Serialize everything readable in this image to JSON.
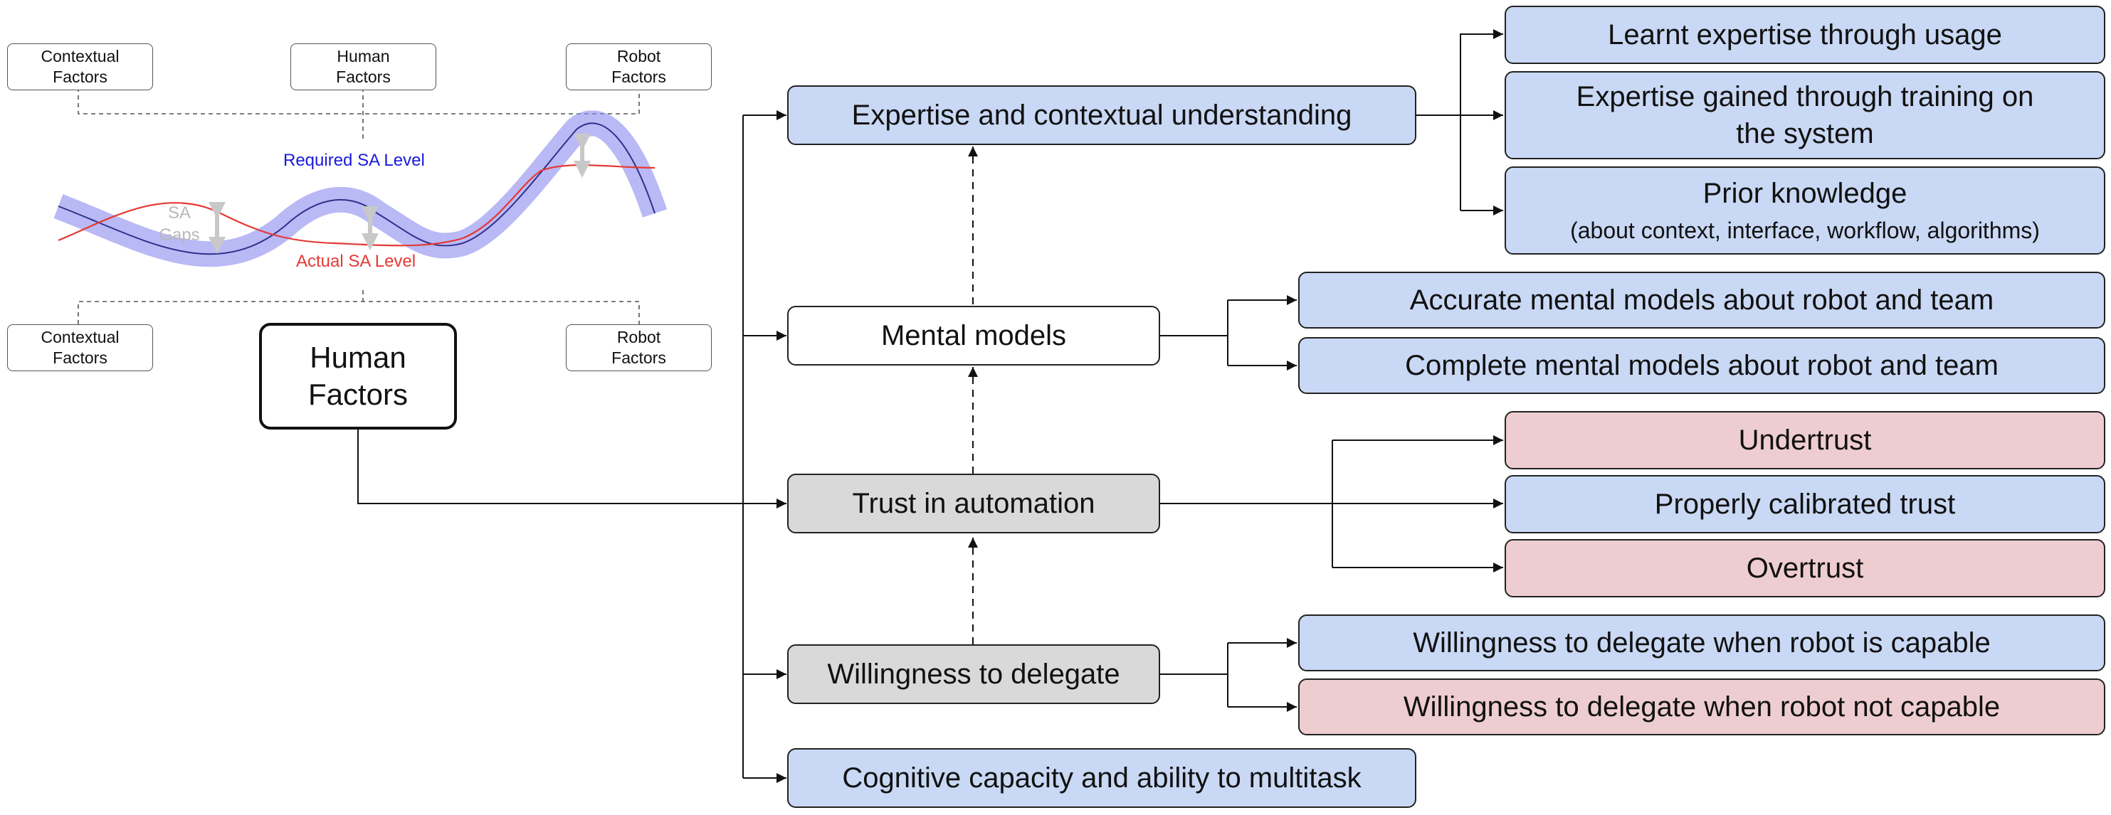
{
  "sa_panel": {
    "top_factors": {
      "contextual": [
        "Contextual",
        "Factors"
      ],
      "human": [
        "Human",
        "Factors"
      ],
      "robot": [
        "Robot",
        "Factors"
      ]
    },
    "required_label": "Required SA Level",
    "actual_label": "Actual SA Level",
    "gaps_label": [
      "SA",
      "Gaps"
    ],
    "bottom_factors": {
      "contextual": [
        "Contextual",
        "Factors"
      ],
      "human": [
        "Human",
        "Factors"
      ],
      "robot": [
        "Robot",
        "Factors"
      ]
    }
  },
  "factors": {
    "expertise": {
      "label": "Expertise and contextual understanding",
      "children": {
        "learnt": "Learnt expertise through usage",
        "training": [
          "Expertise gained through training on",
          "the system"
        ],
        "prior": {
          "title": "Prior knowledge",
          "detail": "(about context, interface, workflow, algorithms)"
        }
      }
    },
    "mental_models": {
      "label": "Mental models",
      "children": {
        "accurate": "Accurate mental models about robot and team",
        "complete": "Complete mental models about robot and team"
      }
    },
    "trust": {
      "label": "Trust in automation",
      "children": {
        "undertrust": "Undertrust",
        "calibrated": "Properly calibrated trust",
        "overtrust": "Overtrust"
      }
    },
    "delegate": {
      "label": "Willingness to delegate",
      "children": {
        "capable": "Willingness to delegate when robot is capable",
        "not_capable": "Willingness to delegate when robot not capable"
      }
    },
    "cognitive": {
      "label": "Cognitive capacity and ability to multitask"
    }
  },
  "colors": {
    "positive": "#c9d8f4",
    "negative": "#eecdd0",
    "emphasis": "#d9d9d9",
    "required_curve": "#8a8af0",
    "actual_curve": "#e53935",
    "required_text": "#1a1adc",
    "actual_text": "#e53935",
    "gap_arrow": "#c8c8c8"
  }
}
